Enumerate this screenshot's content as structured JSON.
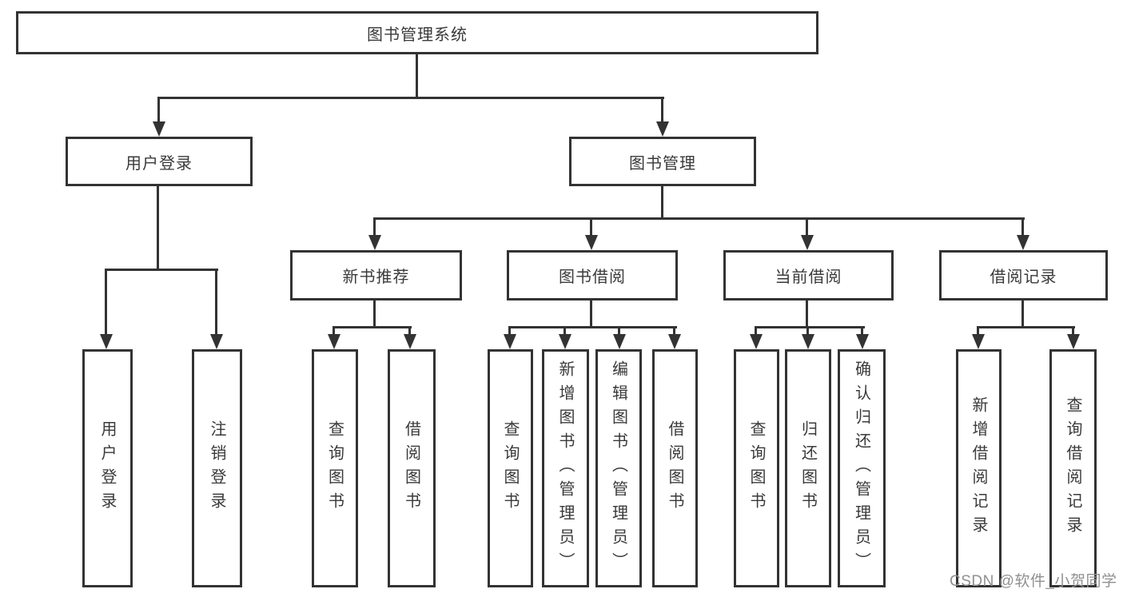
{
  "diagram": {
    "root": {
      "label": "图书管理系统"
    },
    "level2": [
      {
        "label": "用户登录",
        "children": [
          {
            "label": "用户登录"
          },
          {
            "label": "注销登录"
          }
        ]
      },
      {
        "label": "图书管理",
        "children": [
          {
            "label": "新书推荐",
            "children": [
              {
                "label": "查询图书"
              },
              {
                "label": "借阅图书"
              }
            ]
          },
          {
            "label": "图书借阅",
            "children": [
              {
                "label": "查询图书"
              },
              {
                "label": "新增图书（管理员）"
              },
              {
                "label": "编辑图书（管理员）"
              },
              {
                "label": "借阅图书"
              }
            ]
          },
          {
            "label": "当前借阅",
            "children": [
              {
                "label": "查询图书"
              },
              {
                "label": "归还图书"
              },
              {
                "label": "确认归还（管理员）"
              }
            ]
          },
          {
            "label": "借阅记录",
            "children": [
              {
                "label": "新增借阅记录"
              },
              {
                "label": "查询借阅记录"
              }
            ]
          }
        ]
      }
    ],
    "watermark": "CSDN @软件_小贺同学",
    "colors": {
      "line": "#333333",
      "text": "#3a3a3a",
      "box_bg": "#ffffff",
      "watermark": "#909090",
      "background": "#ffffff"
    }
  }
}
